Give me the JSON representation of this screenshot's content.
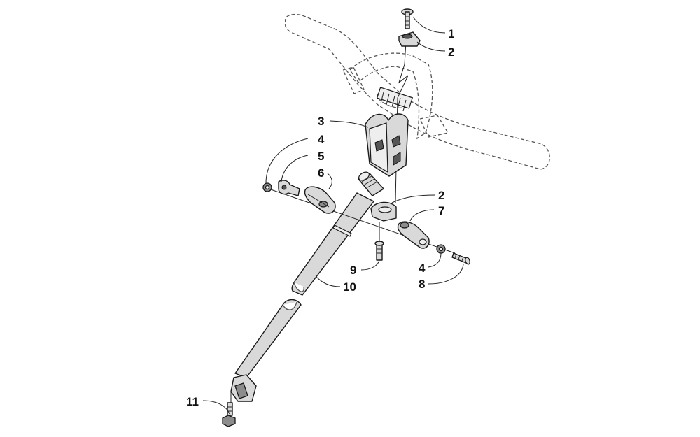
{
  "diagram": {
    "callouts": [
      {
        "id": "c1",
        "label": "1"
      },
      {
        "id": "c2a",
        "label": "2"
      },
      {
        "id": "c3",
        "label": "3"
      },
      {
        "id": "c4a",
        "label": "4"
      },
      {
        "id": "c5",
        "label": "5"
      },
      {
        "id": "c6",
        "label": "6"
      },
      {
        "id": "c2b",
        "label": "2"
      },
      {
        "id": "c7",
        "label": "7"
      },
      {
        "id": "c9",
        "label": "9"
      },
      {
        "id": "c4b",
        "label": "4"
      },
      {
        "id": "c10",
        "label": "10"
      },
      {
        "id": "c8",
        "label": "8"
      },
      {
        "id": "c11",
        "label": "11"
      }
    ]
  }
}
